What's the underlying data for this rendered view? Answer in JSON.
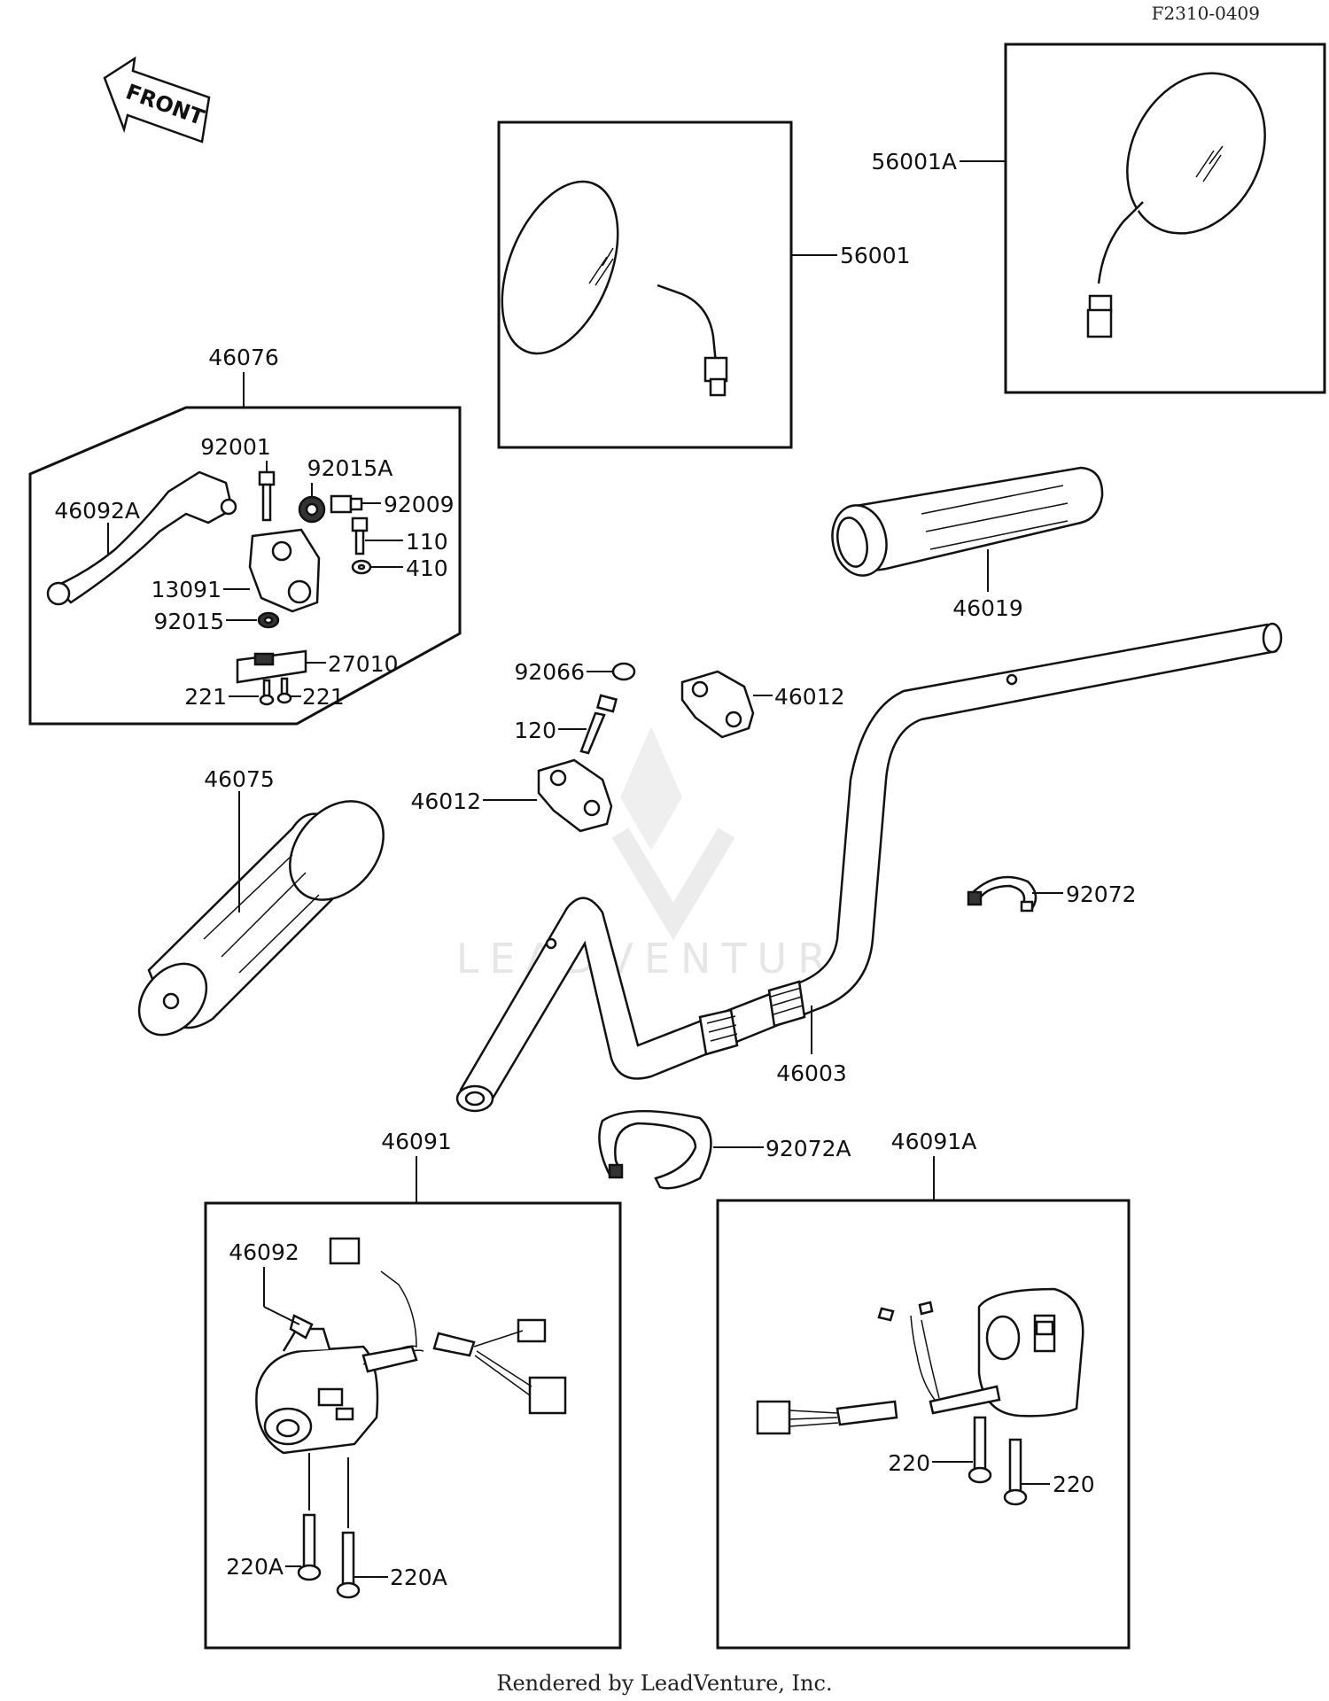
{
  "diagram_code": "F2310-0409",
  "front_label": "FRONT",
  "footer": "Rendered by LeadVenture, Inc.",
  "watermark": "LEADVENTURE",
  "parts": {
    "p56001A": "56001A",
    "p56001": "56001",
    "p46076": "46076",
    "p92001": "92001",
    "p92015A": "92015A",
    "p92009": "92009",
    "p46092A": "46092A",
    "p110": "110",
    "p410": "410",
    "p13091": "13091",
    "p92015": "92015",
    "p27010": "27010",
    "p221a": "221",
    "p221b": "221",
    "p46019": "46019",
    "p92066": "92066",
    "p46012a": "46012",
    "p120": "120",
    "p46012b": "46012",
    "p46075": "46075",
    "p92072": "92072",
    "p46003": "46003",
    "p92072A": "92072A",
    "p46091": "46091",
    "p46091A": "46091A",
    "p46092": "46092",
    "p220a": "220",
    "p220b": "220",
    "p220Aa": "220A",
    "p220Ab": "220A"
  },
  "colors": {
    "ink": "#111111",
    "watermark": "#e6e6e6"
  }
}
